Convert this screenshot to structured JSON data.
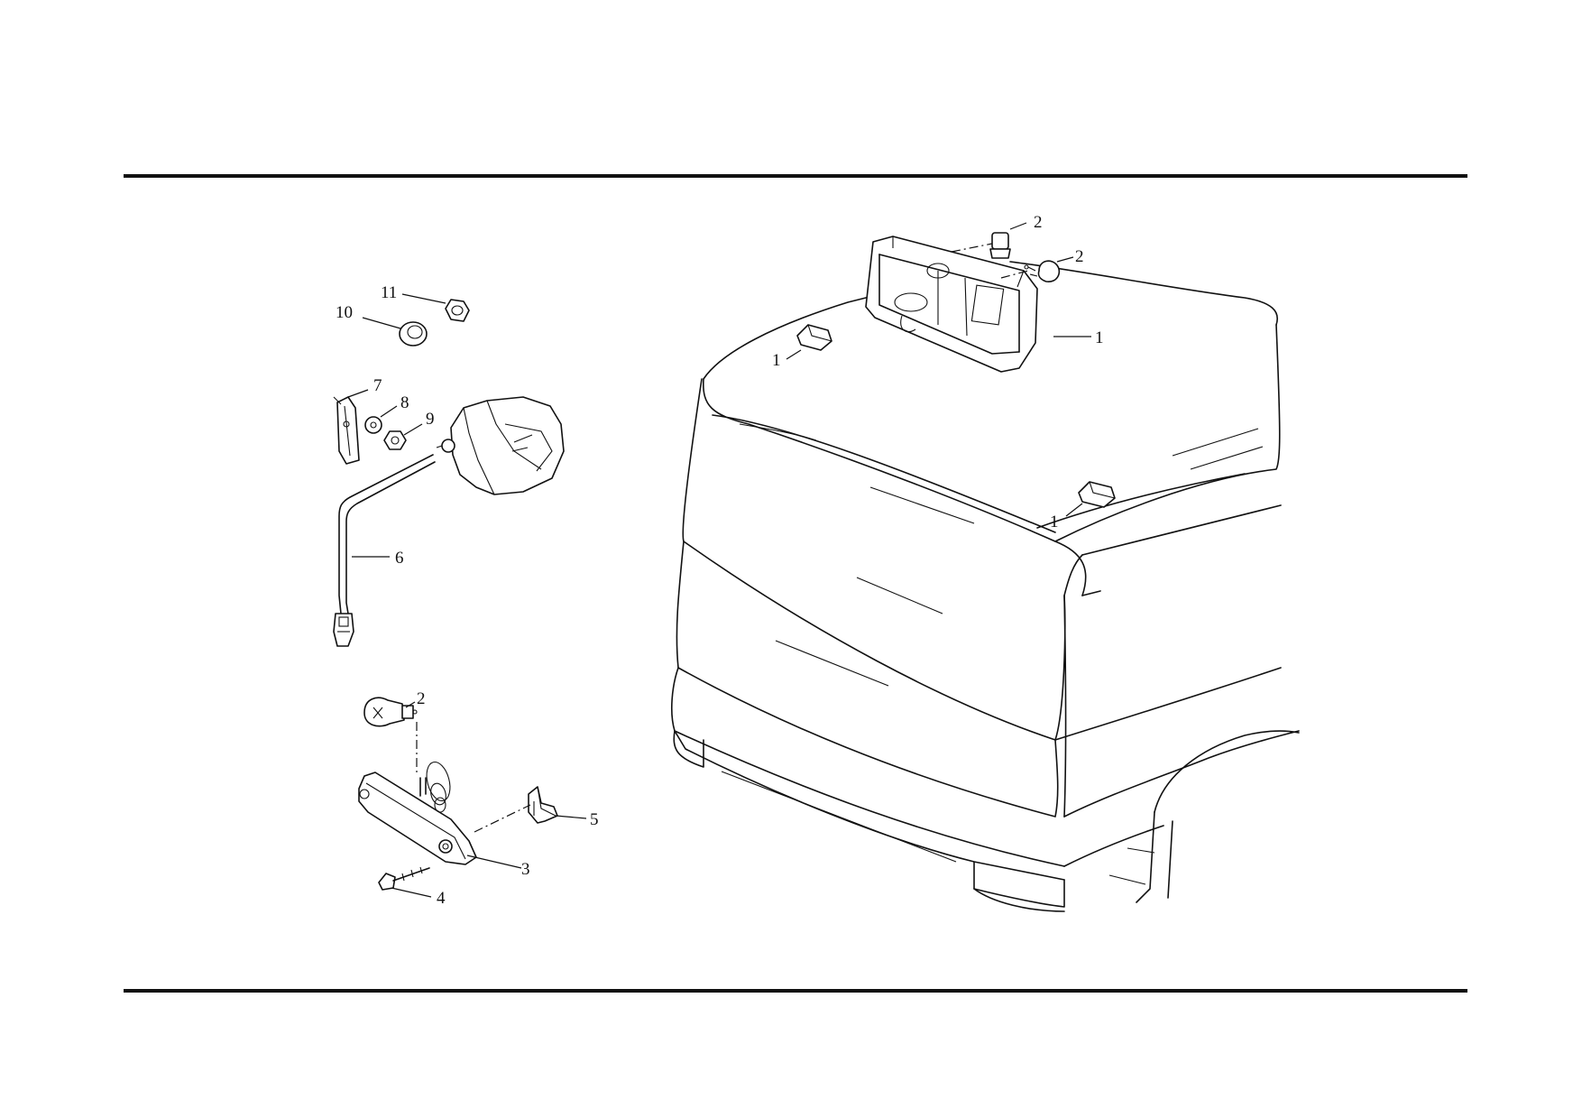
{
  "callouts": {
    "c1_roof_lamp_housing": "1",
    "c1_marker_left": "1",
    "c1_marker_right": "1",
    "c2_top_bulb_a": "2",
    "c2_top_bulb_b": "2",
    "c2_bottom_bulb": "2",
    "c3": "3",
    "c4": "4",
    "c5": "5",
    "c6": "6",
    "c7": "7",
    "c8": "8",
    "c9": "9",
    "c10": "10",
    "c11": "11"
  }
}
